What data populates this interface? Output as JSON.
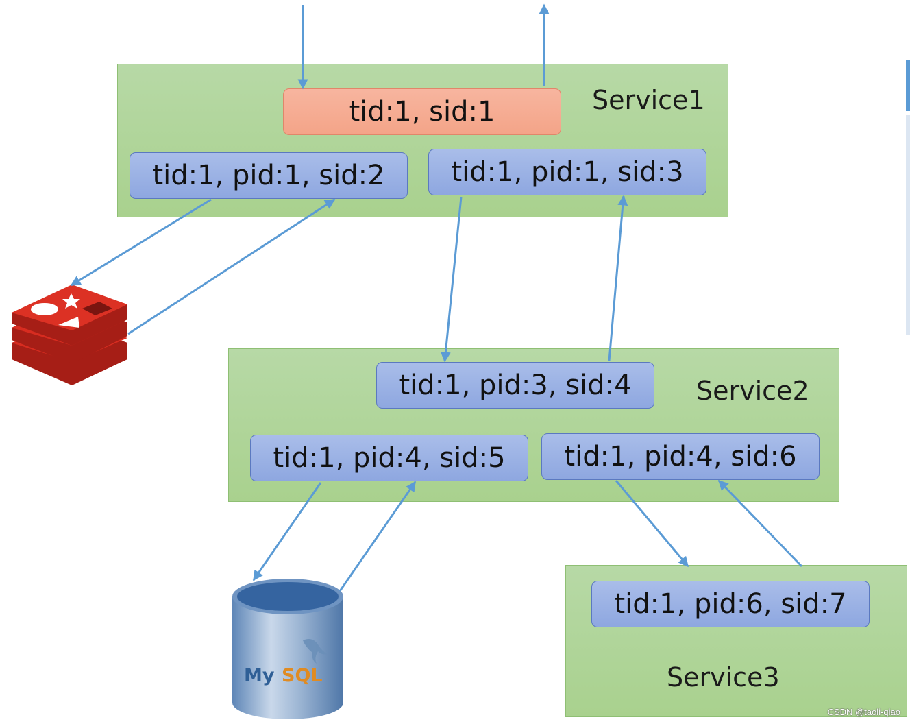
{
  "services": {
    "s1": {
      "title": "Service1"
    },
    "s2": {
      "title": "Service2"
    },
    "s3": {
      "title": "Service3"
    }
  },
  "spans": {
    "root": "tid:1, sid:1",
    "s2_span": "tid:1, pid:1, sid:2",
    "s3_span": "tid:1, pid:1, sid:3",
    "s4_span": "tid:1, pid:3, sid:4",
    "s5_span": "tid:1, pid:4, sid:5",
    "s6_span": "tid:1, pid:4, sid:6",
    "s7_span": "tid:1, pid:6, sid:7"
  },
  "icons": {
    "redis": "redis-icon",
    "mysql": "mysql-database-icon",
    "mysql_label_my": "My",
    "mysql_label_sql": "SQL"
  },
  "colors": {
    "service_fill": "#a9d18e",
    "span_blue": "#8ea7e0",
    "span_orange": "#f4a488",
    "arrow": "#5b9bd5",
    "redis_red": "#d82c20"
  },
  "watermark": "CSDN @taoli-qiao"
}
